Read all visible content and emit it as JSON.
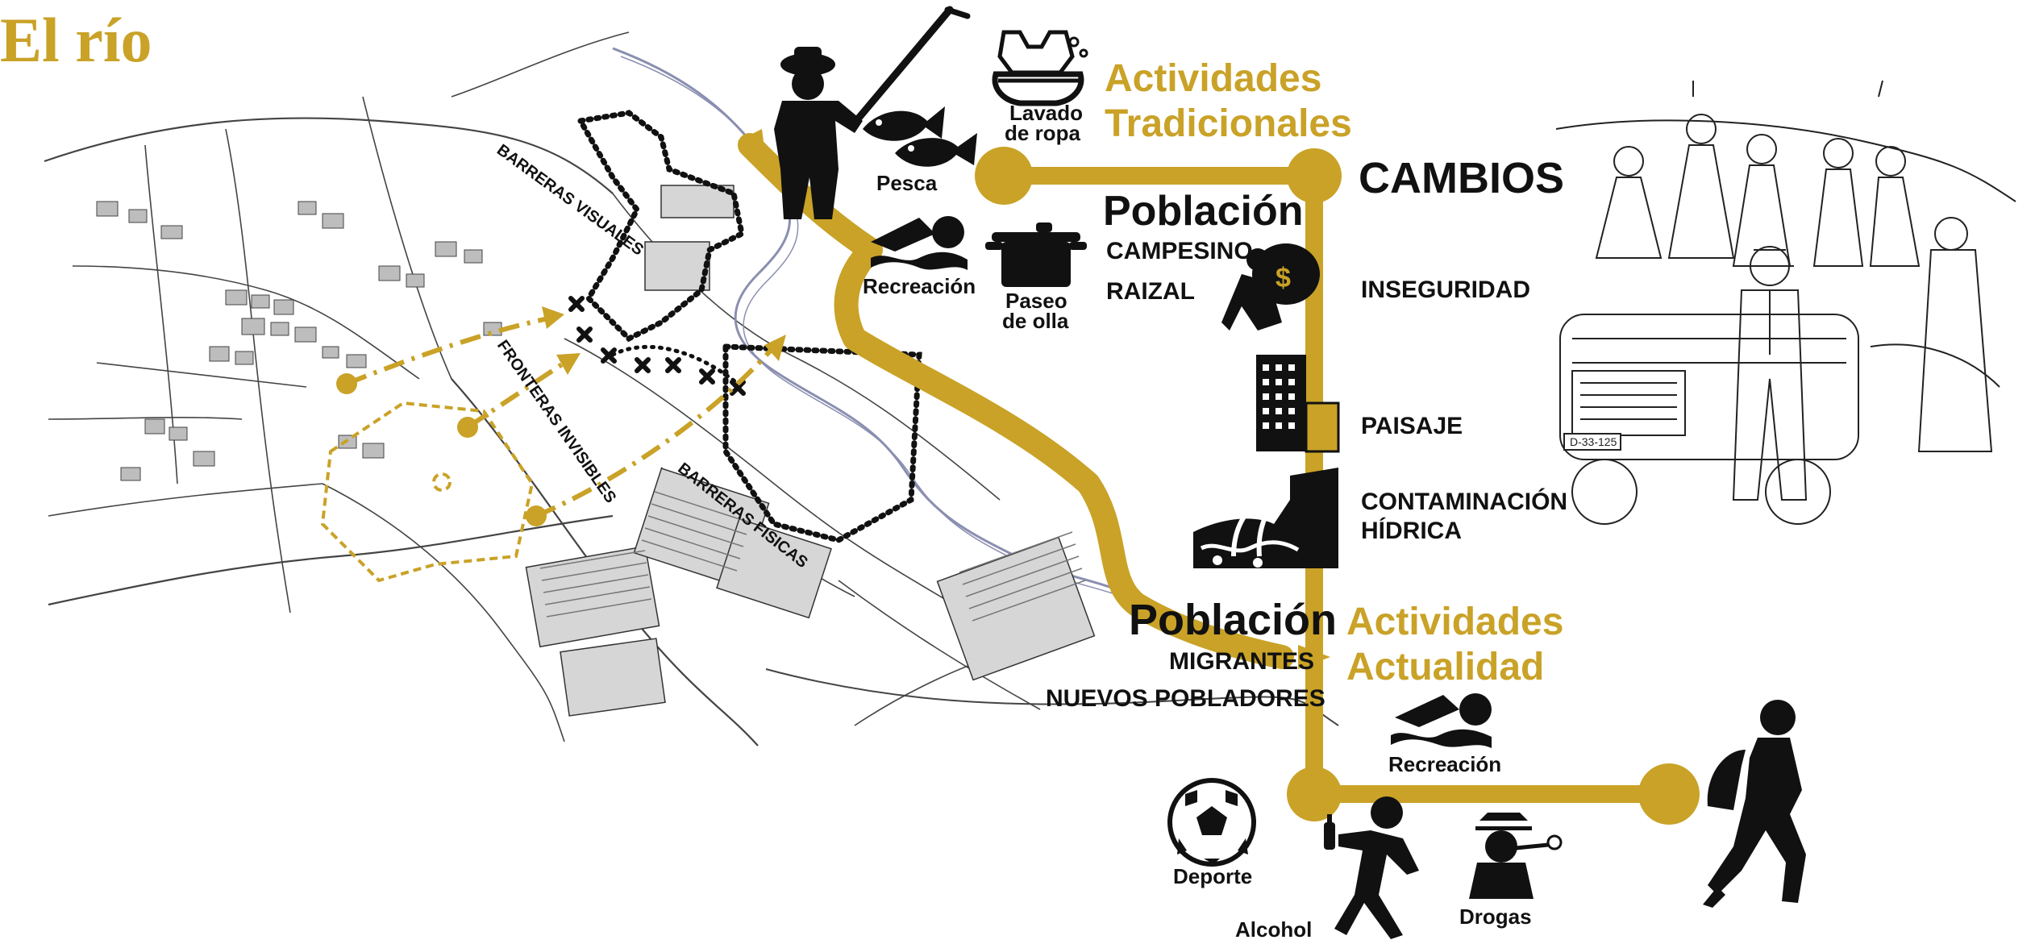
{
  "title": "El río",
  "colors": {
    "gold": "#c9a227",
    "black": "#111111",
    "map_lines": "#444444"
  },
  "map_labels": {
    "barreras_visuales": "BARRERAS VISUALES",
    "fronteras_invisibles": "FRONTERAS INVISIBLES",
    "barreras_fisicas": "BARRERAS FISICAS"
  },
  "traditional": {
    "heading_line1": "Actividades",
    "heading_line2": "Tradicionales",
    "pesca": "Pesca",
    "lavado_line1": "Lavado",
    "lavado_line2": "de ropa",
    "recreacion": "Recreación",
    "paseo_line1": "Paseo",
    "paseo_line2": "de olla"
  },
  "poblacion_tradicional": {
    "heading": "Población",
    "line1": "CAMPESINO",
    "line2": "RAIZAL"
  },
  "cambios": {
    "heading": "CAMBIOS",
    "items": [
      "INSEGURIDAD",
      "PAISAJE",
      "CONTAMINACIÓN",
      "HÍDRICA"
    ]
  },
  "poblacion_actual": {
    "heading": "Población",
    "line1": "MIGRANTES",
    "line2": "NUEVOS POBLADORES"
  },
  "actual": {
    "heading_line1": "Actividades",
    "heading_line2": "Actualidad",
    "recreacion": "Recreación",
    "deporte": "Deporte",
    "alcohol": "Alcohol",
    "drogas": "Drogas"
  },
  "icons": [
    "fisherman-icon",
    "fish-icon",
    "laundry-basin-icon",
    "swimmer-icon",
    "cooking-pot-icon",
    "thief-icon",
    "building-icon",
    "pollution-pipe-icon",
    "soccer-ball-icon",
    "drunk-person-icon",
    "smoking-person-icon",
    "walking-traveler-icon"
  ]
}
